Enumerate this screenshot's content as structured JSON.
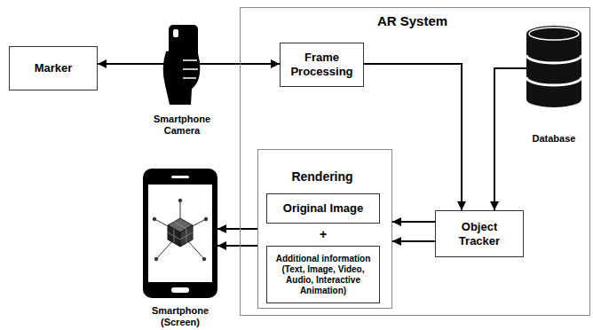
{
  "diagram": {
    "nodes": [
      {
        "text": [
          "Marker"
        ]
      },
      {
        "text": [
          "Smartphone Camera"
        ]
      },
      {
        "text": [
          "AR System"
        ]
      },
      {
        "text": [
          "Frame Processing"
        ],
        "in": 2
      },
      {
        "text": [
          "Database"
        ],
        "in": 2
      },
      {
        "text": [
          "Rendering"
        ],
        "in": 2
      },
      {
        "text": [
          "Original Image"
        ],
        "in": 5
      },
      {
        "text": [
          "Additional information (Text, Image, Video, Audio, Interactive Animation)"
        ],
        "in": 5
      },
      {
        "text": [
          "Object Tracker"
        ],
        "in": 2
      },
      {
        "text": [
          "Smartphone (Screen)"
        ]
      }
    ],
    "edges": [
      {
        "from": 1,
        "to": 0,
        "arrow": "to"
      },
      {
        "from": 1,
        "to": 3,
        "arrow": "to"
      },
      {
        "from": 3,
        "to": 8,
        "arrow": "to"
      },
      {
        "from": 4,
        "to": 8,
        "arrow": "to"
      },
      {
        "from": 8,
        "to": 5,
        "arrow": "to"
      },
      {
        "from": 8,
        "to": 5,
        "arrow": "to"
      },
      {
        "from": 5,
        "to": 9,
        "arrow": "to"
      },
      {
        "from": 5,
        "to": 9,
        "arrow": "to"
      }
    ],
    "labels": [
      "+"
    ]
  }
}
